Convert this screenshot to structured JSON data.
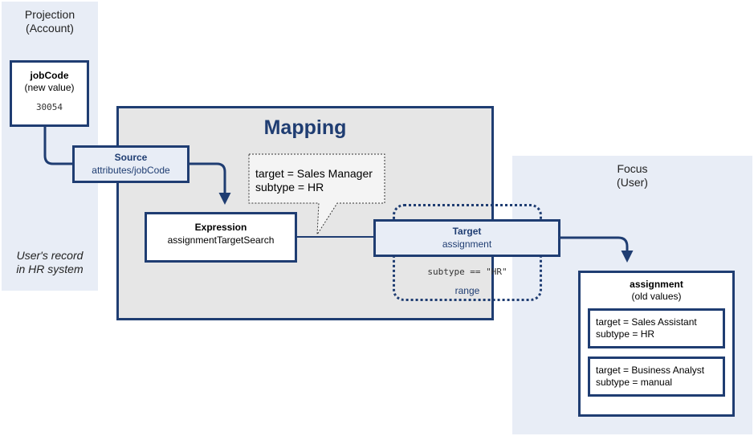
{
  "projection": {
    "title_line1": "Projection",
    "title_line2": "(Account)",
    "record_line1": "User's record",
    "record_line2": "in HR system",
    "jobcode": {
      "title": "jobCode",
      "subtitle": "(new value)",
      "value": "30054"
    }
  },
  "mapping": {
    "title": "Mapping",
    "source": {
      "title": "Source",
      "path": "attributes/jobCode"
    },
    "expression": {
      "title": "Expression",
      "name": "assignmentTargetSearch"
    },
    "callout": {
      "line1": "target = Sales Manager",
      "line2": "subtype = HR"
    },
    "target": {
      "title": "Target",
      "path": "assignment"
    },
    "range": {
      "condition": "subtype == \"HR\"",
      "label": "range"
    }
  },
  "focus": {
    "title_line1": "Focus",
    "title_line2": "(User)",
    "assignment": {
      "title": "assignment",
      "subtitle": "(old values)",
      "values": [
        {
          "line1": "target = Sales Assistant",
          "line2": "subtype = HR"
        },
        {
          "line1": "target = Business Analyst",
          "line2": "subtype = manual"
        }
      ]
    }
  },
  "colors": {
    "accent": "#1f3d72",
    "panel_bg": "#e8edf6",
    "mapping_bg": "#e6e6e6",
    "callout_bg": "#f4f4f4"
  }
}
